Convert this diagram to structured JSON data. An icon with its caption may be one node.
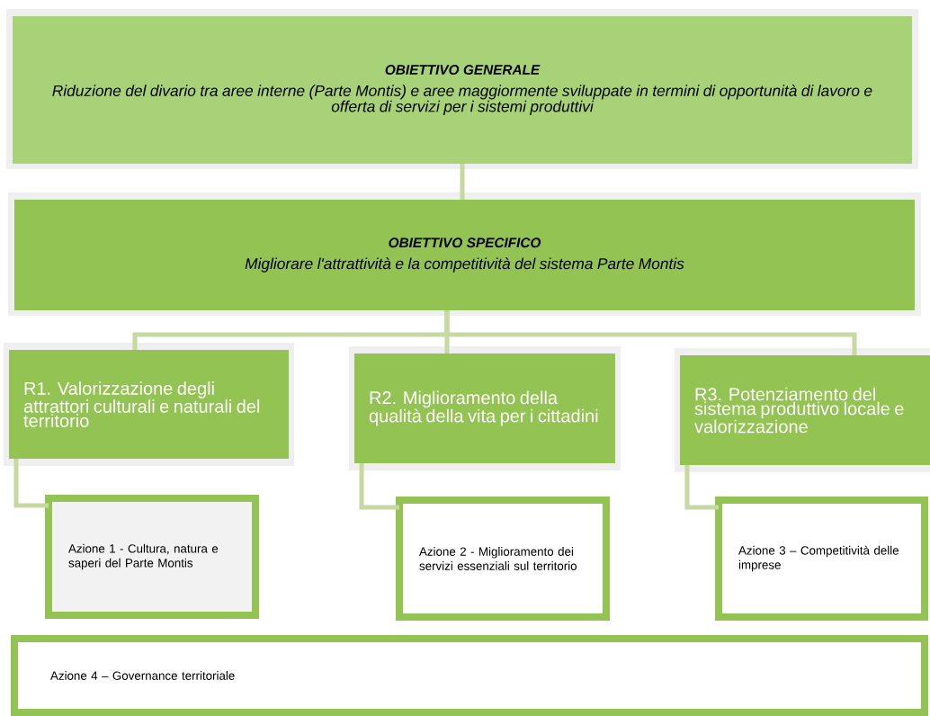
{
  "diagram": {
    "nodes": [
      {
        "text": [
          "OBIETTIVO GENERALE",
          "Riduzione del divario tra aree interne (Parte Montis) e aree maggiormente sviluppate in termini di opportunità di lavoro e offerta di servizi per i sistemi produttivi"
        ]
      },
      {
        "text": [
          "OBIETTIVO SPECIFICO",
          "Migliorare l'attrattività e la competitività del sistema Parte Montis"
        ]
      },
      {
        "text": [
          "R1. Valorizzazione degli attrattori culturali e naturali del territorio"
        ]
      },
      {
        "text": [
          "R2. Miglioramento della qualità della vita per i cittadini"
        ]
      },
      {
        "text": [
          "R3. Potenziamento del sistema produttivo locale e valorizzazione"
        ]
      },
      {
        "text": [
          "Azione 1 - Cultura, natura e saperi del Parte Montis"
        ]
      },
      {
        "text": [
          "Azione 2 - Miglioramento dei servizi essenziali sul territorio"
        ]
      },
      {
        "text": [
          "Azione 3 – Competitività delle imprese"
        ]
      },
      {
        "text": [
          "Azione 4 – Governance territoriale"
        ]
      }
    ],
    "edges": [
      {
        "from": 0,
        "to": 1,
        "arrow": "none"
      },
      {
        "from": 1,
        "to": 2,
        "arrow": "none"
      },
      {
        "from": 1,
        "to": 3,
        "arrow": "none"
      },
      {
        "from": 1,
        "to": 4,
        "arrow": "none"
      },
      {
        "from": 2,
        "to": 5,
        "arrow": "none"
      },
      {
        "from": 3,
        "to": 6,
        "arrow": "none"
      },
      {
        "from": 4,
        "to": 7,
        "arrow": "none"
      }
    ]
  }
}
